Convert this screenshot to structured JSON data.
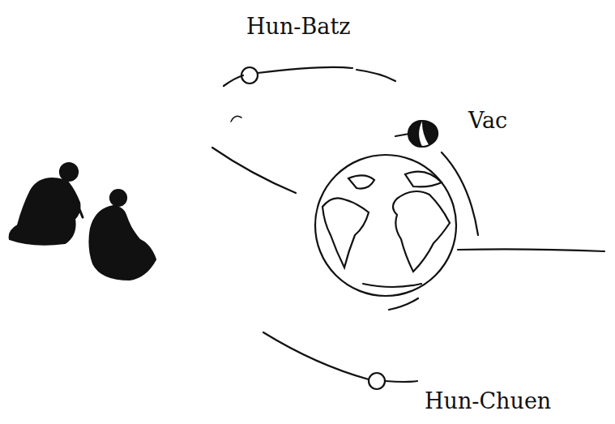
{
  "diagram": {
    "labels": [
      "Hun-Batz",
      "Vac",
      "Hun-Chuen"
    ]
  }
}
